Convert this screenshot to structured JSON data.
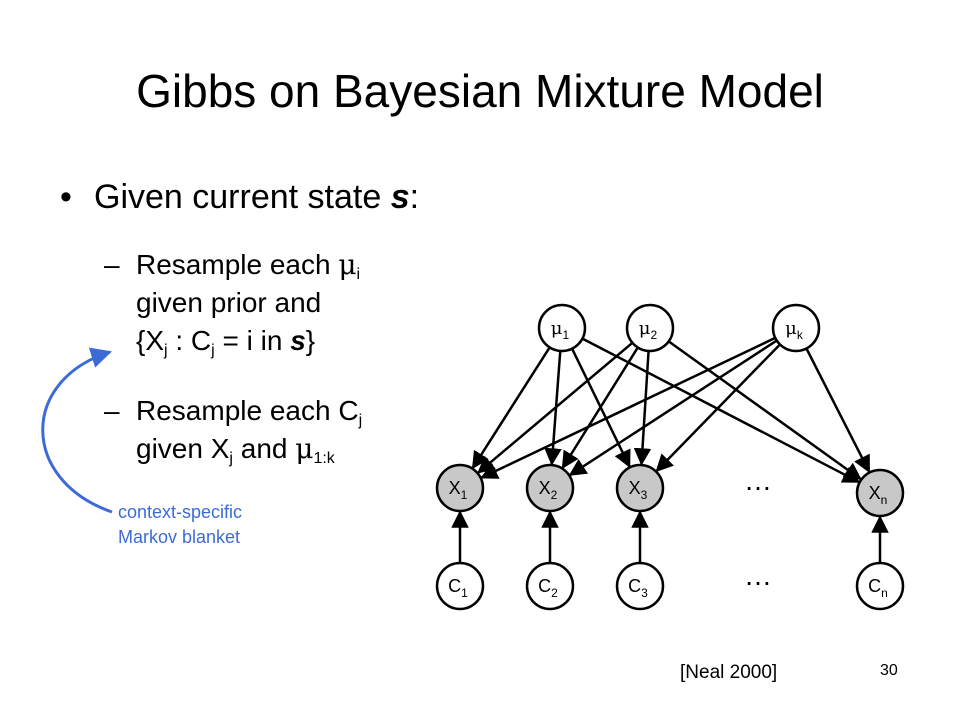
{
  "slide": {
    "title": "Gibbs on Bayesian Mixture Model",
    "page_number": "30",
    "citation": "[Neal 2000]"
  },
  "bullet": {
    "marker": "•",
    "text_plain": "Given current state ",
    "text_emph": "s",
    "text_colon": ":"
  },
  "sub_bullets": [
    {
      "dash": "–",
      "line1_a": "Resample each ",
      "line1_greek": "μ",
      "line1_sub": "i",
      "line2": "given prior and",
      "line3_a": "{X",
      "line3_sub1": "j",
      "line3_b": " : C",
      "line3_sub2": "j",
      "line3_c": " = i in ",
      "line3_emph": "s",
      "line3_d": "}"
    },
    {
      "dash": "–",
      "line1_a": "Resample each C",
      "line1_sub": "j",
      "line2_a": "given X",
      "line2_sub": "j",
      "line2_b": " and ",
      "line2_greek": "μ",
      "line2_sub2": "1:k"
    }
  ],
  "annotation": {
    "line1": "context-specific",
    "line2": "Markov blanket",
    "color": "#3d6bd6"
  },
  "graph": {
    "mu_nodes": [
      {
        "id": "mu1",
        "label": "μ",
        "sub": "1"
      },
      {
        "id": "mu2",
        "label": "μ",
        "sub": "2"
      },
      {
        "id": "muk",
        "label": "μ",
        "sub": "k"
      }
    ],
    "x_nodes": [
      {
        "id": "x1",
        "label": "X",
        "sub": "1"
      },
      {
        "id": "x2",
        "label": "X",
        "sub": "2"
      },
      {
        "id": "x3",
        "label": "X",
        "sub": "3"
      },
      {
        "id": "xn",
        "label": "X",
        "sub": "n"
      }
    ],
    "c_nodes": [
      {
        "id": "c1",
        "label": "C",
        "sub": "1"
      },
      {
        "id": "c2",
        "label": "C",
        "sub": "2"
      },
      {
        "id": "c3",
        "label": "C",
        "sub": "3"
      },
      {
        "id": "cn",
        "label": "C",
        "sub": "n"
      }
    ],
    "ellipsis": "…",
    "shaded_fill": "#c8c8c8",
    "edges": [
      [
        "mu1",
        "x1"
      ],
      [
        "mu1",
        "x2"
      ],
      [
        "mu1",
        "x3"
      ],
      [
        "mu1",
        "xn"
      ],
      [
        "mu2",
        "x1"
      ],
      [
        "mu2",
        "x2"
      ],
      [
        "mu2",
        "x3"
      ],
      [
        "mu2",
        "xn"
      ],
      [
        "muk",
        "x1"
      ],
      [
        "muk",
        "x2"
      ],
      [
        "muk",
        "x3"
      ],
      [
        "muk",
        "xn"
      ],
      [
        "c1",
        "x1"
      ],
      [
        "c2",
        "x2"
      ],
      [
        "c3",
        "x3"
      ],
      [
        "cn",
        "xn"
      ]
    ]
  }
}
